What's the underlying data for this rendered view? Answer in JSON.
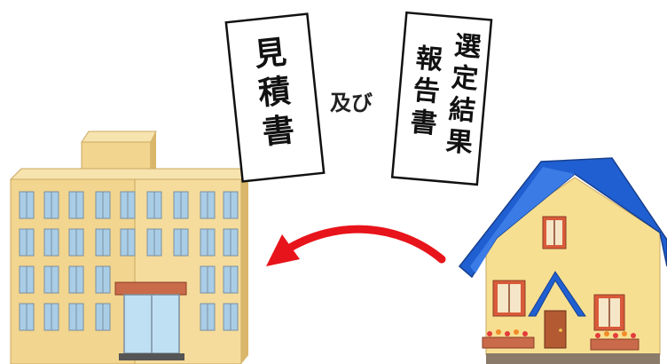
{
  "documents": {
    "estimate": {
      "chars": [
        "見",
        "積",
        "書"
      ]
    },
    "conjunction": "及び",
    "report": {
      "column_right": [
        "選",
        "定",
        "結",
        "果"
      ],
      "column_left": [
        "報",
        "告",
        "書"
      ]
    }
  },
  "colors": {
    "arrow": "#e8141b",
    "house_roof": "#1f5fd1",
    "house_wall": "#f7df92",
    "building_wall": "#f2d58e",
    "window": "#a9cde6"
  }
}
